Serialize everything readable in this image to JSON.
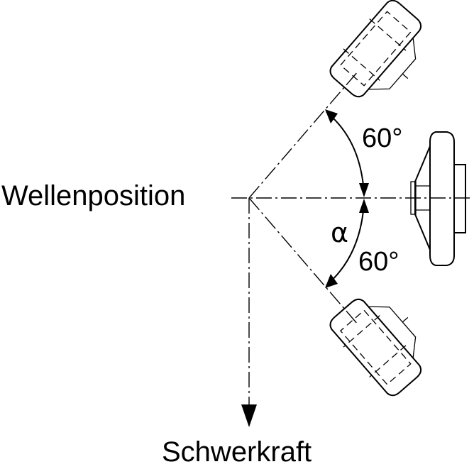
{
  "labels": {
    "shaft_position": "Wellenposition",
    "gravity": "Schwerkraft",
    "angle_upper": "60°",
    "angle_lower": "60°",
    "alpha": "α"
  }
}
